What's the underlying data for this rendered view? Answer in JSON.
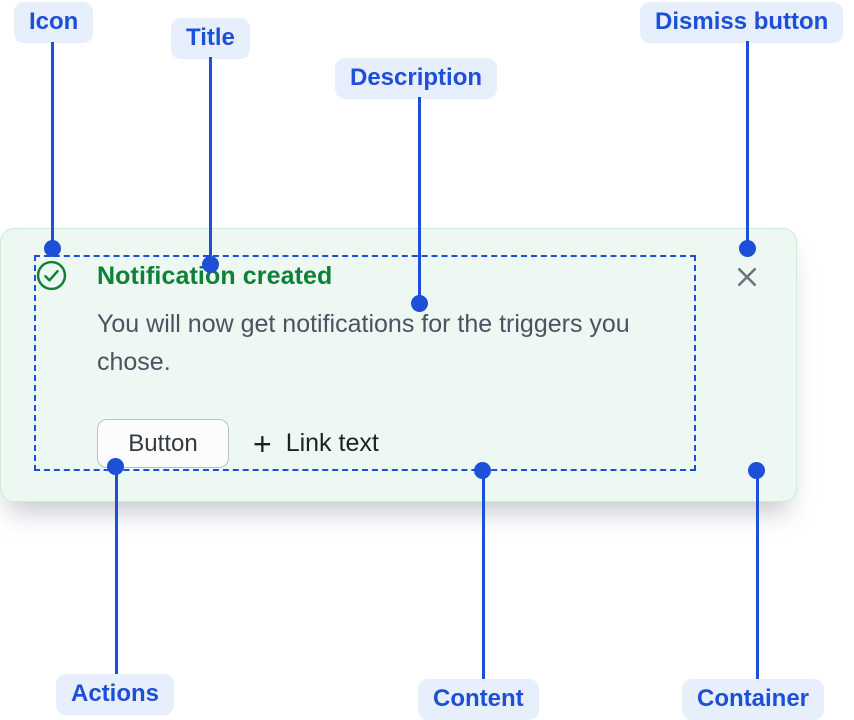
{
  "annotations": {
    "icon": {
      "label": "Icon"
    },
    "title": {
      "label": "Title"
    },
    "description": {
      "label": "Description"
    },
    "dismiss_button": {
      "label": "Dismiss button"
    },
    "actions": {
      "label": "Actions"
    },
    "content": {
      "label": "Content"
    },
    "container": {
      "label": "Container"
    }
  },
  "notification": {
    "title": "Notification created",
    "description": "You will now get notifications for the triggers you chose.",
    "actions": {
      "button_label": "Button",
      "link_plus": "+",
      "link_label": "Link text"
    },
    "icons": {
      "status": "check-circle-icon",
      "dismiss": "close-icon",
      "link_prefix": "plus-icon"
    }
  },
  "colors": {
    "annotation_blue": "#1d4fd8",
    "annotation_pill_bg": "#e8effc",
    "success_green": "#0e8038",
    "card_bg": "#ecf8f1",
    "card_border": "#cfe9da",
    "description_text": "#4a5361",
    "button_bg": "#fcfcfd",
    "button_border": "#bac0c9",
    "button_text": "#343a42",
    "link_text": "#1c2126",
    "dismiss_gray": "#6b7280"
  }
}
